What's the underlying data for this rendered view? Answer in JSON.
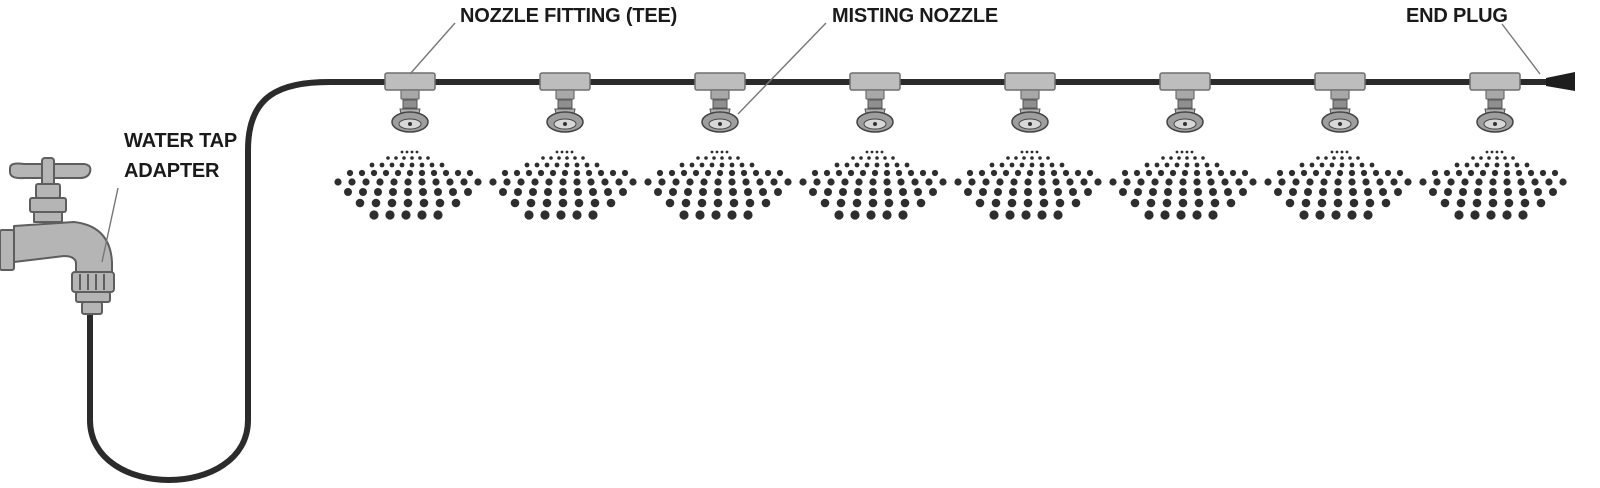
{
  "labels": {
    "nozzle_fitting": "NOZZLE FITTING (TEE)",
    "misting_nozzle": "MISTING NOZZLE",
    "end_plug": "END PLUG",
    "water_tap_line1": "WATER TAP",
    "water_tap_line2": "ADAPTER"
  },
  "nozzle_count": 8,
  "colors": {
    "hose": "#2b2b2b",
    "fitting": "#bdbdbd",
    "fitting_stroke": "#6e6e6e",
    "nozzle": "#9e9e9e",
    "spray": "#2e2e2e",
    "leader": "#777777",
    "tap": "#b5b5b5"
  },
  "icons": [
    "water-tap-icon",
    "tee-fitting-icon",
    "misting-nozzle-icon",
    "spray-pattern-icon",
    "end-plug-icon"
  ]
}
